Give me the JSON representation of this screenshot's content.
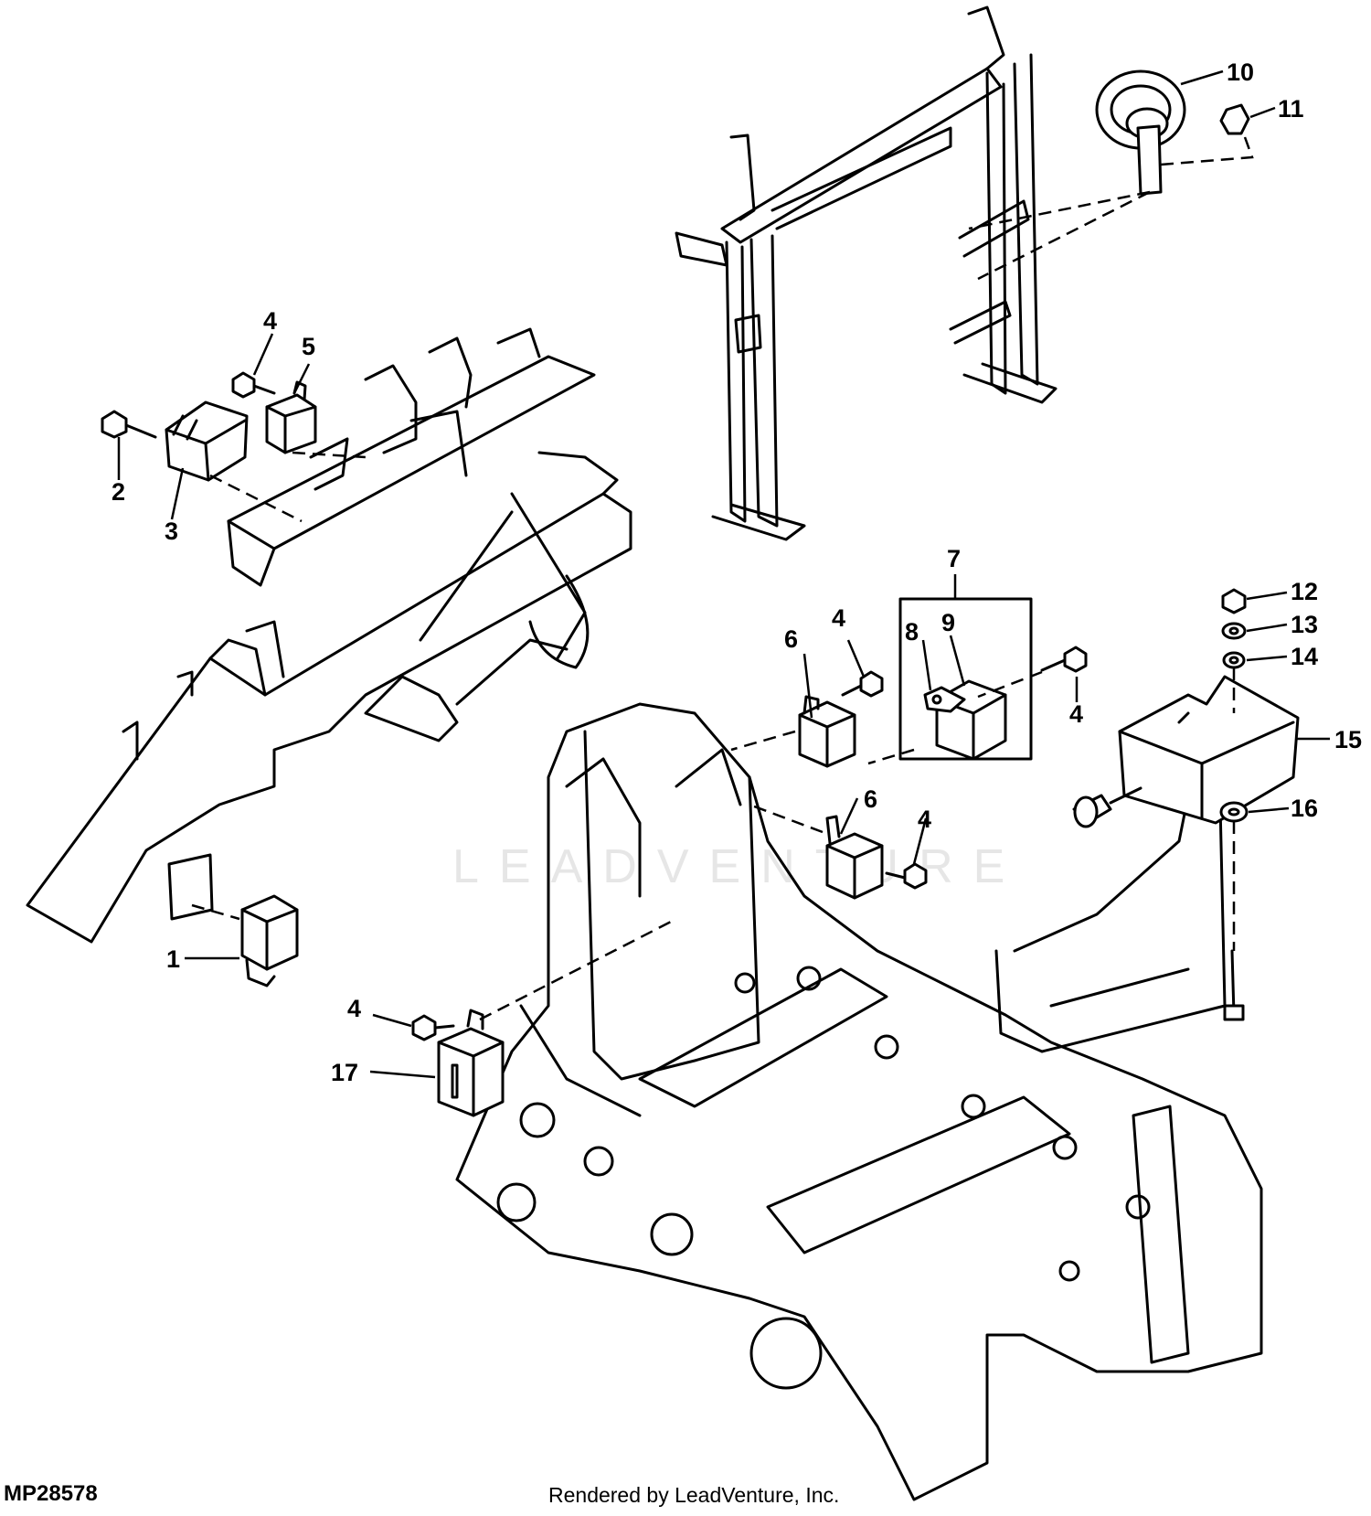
{
  "figure_id": "MP28578",
  "credit": "Rendered by LeadVenture, Inc.",
  "watermark": "LEADVENTURE",
  "callouts": [
    "1",
    "2",
    "3",
    "4",
    "4",
    "4",
    "4",
    "4",
    "5",
    "6",
    "6",
    "7",
    "8",
    "9",
    "10",
    "11",
    "12",
    "13",
    "14",
    "15",
    "16",
    "17"
  ]
}
